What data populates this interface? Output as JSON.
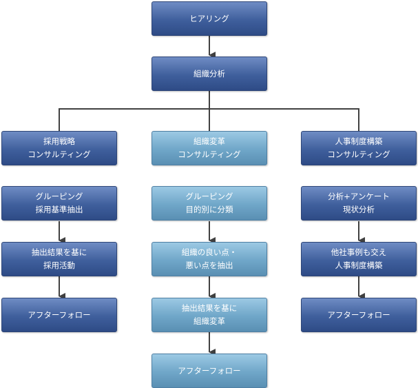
{
  "top": [
    {
      "l1": "ヒアリング"
    },
    {
      "l1": "組織分析"
    }
  ],
  "left": [
    {
      "l1": "採用戦略",
      "l2": "コンサルティング"
    },
    {
      "l1": "グルーピング",
      "l2": "採用基準抽出"
    },
    {
      "l1": "抽出結果を基に",
      "l2": "採用活動"
    },
    {
      "l1": "アフターフォロー"
    }
  ],
  "center": [
    {
      "l1": "組織変革",
      "l2": "コンサルティング"
    },
    {
      "l1": "グルーピング",
      "l2": "目的別に分類"
    },
    {
      "l1": "組織の良い点・",
      "l2": "悪い点を抽出"
    },
    {
      "l1": "抽出結果を基に",
      "l2": "組織変革"
    },
    {
      "l1": "アフターフォロー"
    }
  ],
  "right": [
    {
      "l1": "人事制度構築",
      "l2": "コンサルティング"
    },
    {
      "l1": "分析+アンケート",
      "l2": "現状分析"
    },
    {
      "l1": "他社事例も交え",
      "l2": "人事制度構築"
    },
    {
      "l1": "アフターフォロー"
    }
  ],
  "colors": {
    "dark": "#3f5f9c",
    "light": "#6fa6c8",
    "connector": "#404040"
  }
}
